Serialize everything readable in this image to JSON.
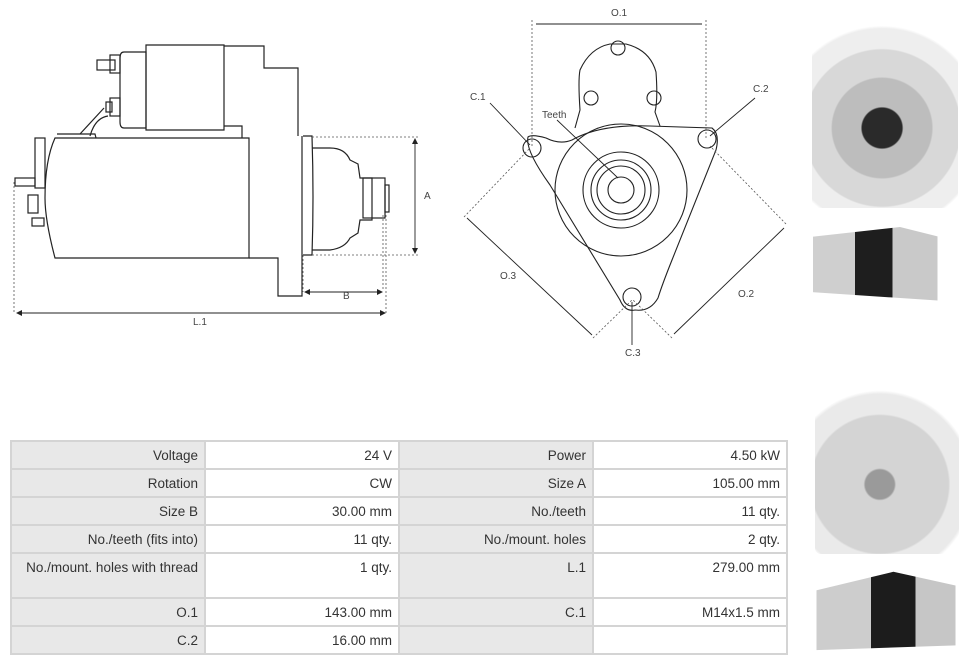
{
  "side_view": {
    "label_a": "A",
    "label_b": "B",
    "label_l1": "L.1"
  },
  "front_view": {
    "label_o1": "O.1",
    "label_o2": "O.2",
    "label_o3": "O.3",
    "label_c1": "C.1",
    "label_c2": "C.2",
    "label_c3": "C.3",
    "label_teeth": "Teeth"
  },
  "photos": [
    "front-flange-photo",
    "side-photo",
    "rear-photo",
    "side-photo-2"
  ],
  "specs": [
    [
      "Voltage",
      "24 V",
      "Power",
      "4.50 kW"
    ],
    [
      "Rotation",
      "CW",
      "Size A",
      "105.00 mm"
    ],
    [
      "Size B",
      "30.00 mm",
      "No./teeth",
      "11 qty."
    ],
    [
      "No./teeth (fits into)",
      "11 qty.",
      "No./mount. holes",
      "2 qty."
    ],
    [
      "No./mount. holes with thread",
      "1 qty.",
      "L.1",
      "279.00 mm"
    ],
    [
      "O.1",
      "143.00 mm",
      "C.1",
      "M14x1.5 mm"
    ],
    [
      "C.2",
      "16.00 mm",
      "",
      ""
    ]
  ]
}
